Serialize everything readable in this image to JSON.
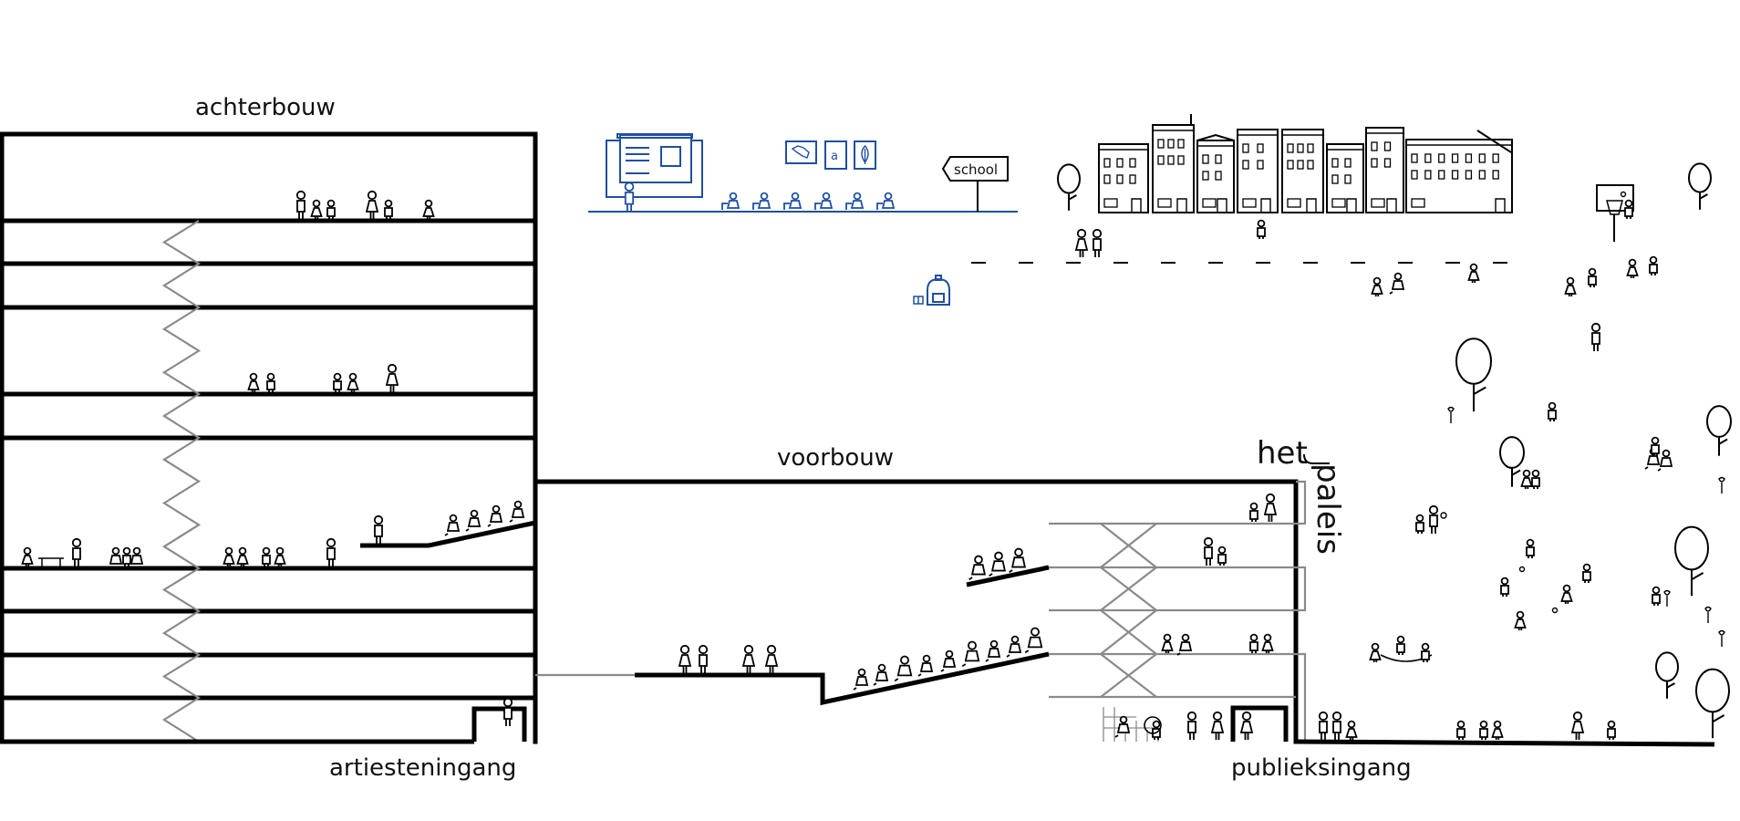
{
  "diagram": {
    "title": "Section of het paleis theatre building with surrounding school and neighbourhood",
    "labels": {
      "back_building": "achterbouw",
      "front_building": "voorbouw",
      "venue_name_part1": "het",
      "venue_name_part2": "paleis",
      "artist_entrance": "artiesteningang",
      "public_entrance": "publieksingang",
      "school_sign": "school",
      "letter_card": "a"
    },
    "colors": {
      "structure": "#000000",
      "secondary_lines": "#8a8a8a",
      "school_accent": "#1f4fa0",
      "background": "#ffffff"
    },
    "regions": [
      {
        "id": "achterbouw",
        "description": "back building with stacked floors and zigzag staircase",
        "floors": 10
      },
      {
        "id": "voorbouw",
        "description": "front building with auditorium tiers and balconies"
      },
      {
        "id": "school",
        "description": "classroom with blackboard, pupils and school sign"
      },
      {
        "id": "street",
        "description": "row of townhouses along a street with dashed centre line"
      },
      {
        "id": "park",
        "description": "park with trees, flowers, basketball hoop and playing children"
      }
    ],
    "school_cards": [
      "map-of-belgium-icon",
      "letter-a-card",
      "leaf-icon"
    ],
    "icons": [
      "person-figure-icon",
      "tree-icon",
      "flower-icon",
      "basketball-hoop-icon",
      "backpack-icon",
      "book-icon",
      "townhouse-icon",
      "blackboard-icon",
      "skateboard-icon",
      "jump-rope-icon"
    ]
  }
}
